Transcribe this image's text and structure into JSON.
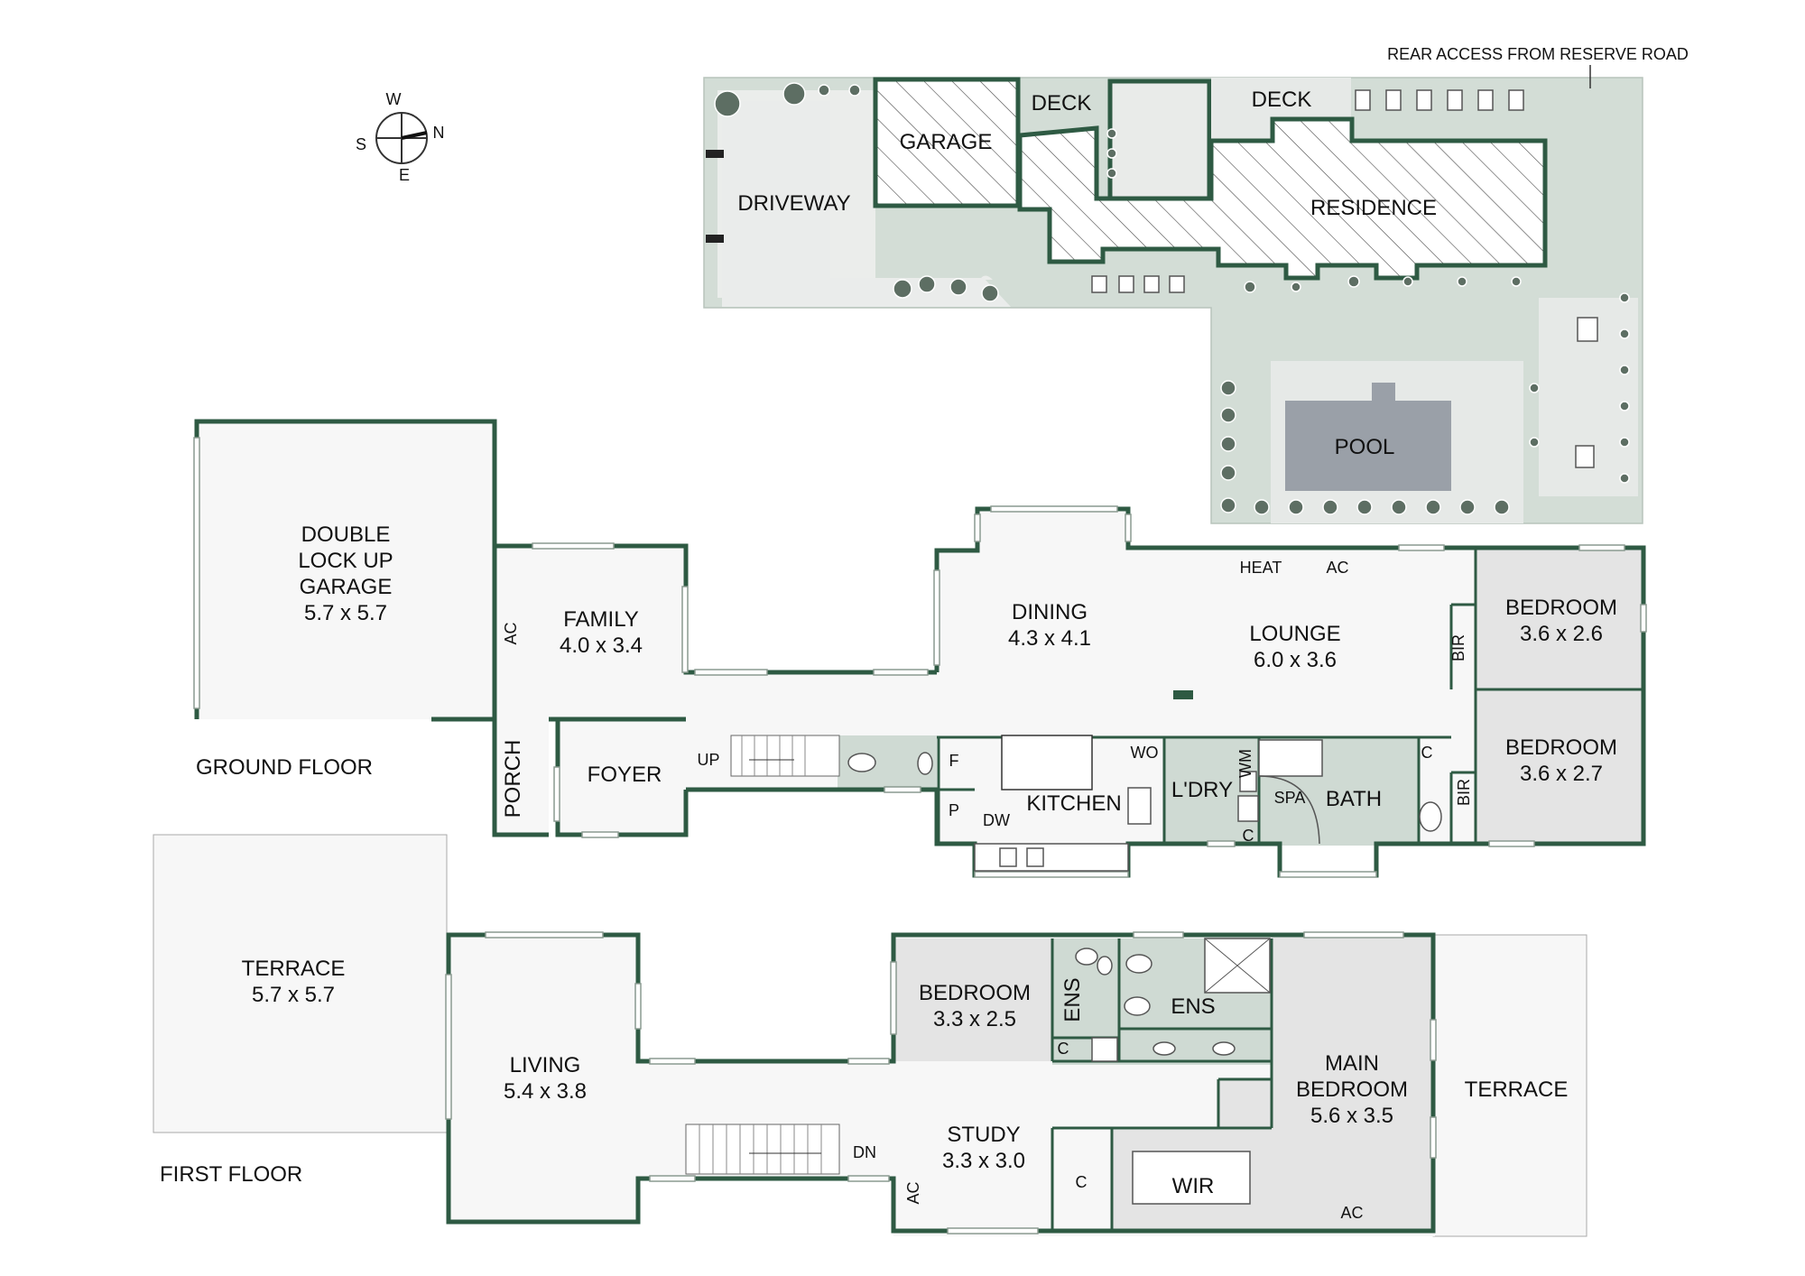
{
  "compass": {
    "n": "N",
    "s": "S",
    "e": "E",
    "w": "W"
  },
  "site": {
    "rear_access": "REAR ACCESS FROM RESERVE ROAD",
    "deck1": "DECK",
    "deck2": "DECK",
    "garage": "GARAGE",
    "driveway": "DRIVEWAY",
    "residence": "RESIDENCE",
    "pool": "POOL"
  },
  "ground": {
    "floor_label": "GROUND FLOOR",
    "garage_l1": "DOUBLE",
    "garage_l2": "LOCK UP",
    "garage_l3": "GARAGE",
    "garage_dim": "5.7 x 5.7",
    "ac_family": "AC",
    "family": "FAMILY",
    "family_dim": "4.0 x 3.4",
    "porch": "PORCH",
    "foyer": "FOYER",
    "up": "UP",
    "dining": "DINING",
    "dining_dim": "4.3 x 4.1",
    "heat": "HEAT",
    "ac_lounge": "AC",
    "lounge": "LOUNGE",
    "lounge_dim": "6.0 x 3.6",
    "bir1": "BIR",
    "bed1": "BEDROOM",
    "bed1_dim": "3.6 x 2.6",
    "bed2": "BEDROOM",
    "bed2_dim": "3.6 x 2.7",
    "bir2": "BIR",
    "f": "F",
    "p": "P",
    "dw": "DW",
    "kitchen": "KITCHEN",
    "wo": "WO",
    "ldry": "L'DRY",
    "wm": "WM",
    "c_ldry": "C",
    "spa": "SPA",
    "bath": "BATH",
    "c_hall": "C"
  },
  "first": {
    "floor_label": "FIRST FLOOR",
    "terrace_l": "TERRACE",
    "terrace_l_dim": "5.7 x 5.7",
    "living": "LIVING",
    "living_dim": "5.4 x 3.8",
    "dn": "DN",
    "bedroom": "BEDROOM",
    "bedroom_dim": "3.3 x 2.5",
    "ens1": "ENS",
    "c1": "C",
    "ens2": "ENS",
    "study": "STUDY",
    "study_dim": "3.3 x 3.0",
    "ac_study": "AC",
    "c2": "C",
    "wir": "WIR",
    "main1": "MAIN",
    "main2": "BEDROOM",
    "main_dim": "5.6 x 3.5",
    "ac_main": "AC",
    "terrace_r": "TERRACE"
  },
  "colors": {
    "wall": "#2e5a43",
    "site_green": "#d3ddd6",
    "wet_area": "#cfdad3",
    "bedroom_grey": "#e4e4e4",
    "floor": "#f7f7f7",
    "pool": "#9aa0a8"
  }
}
